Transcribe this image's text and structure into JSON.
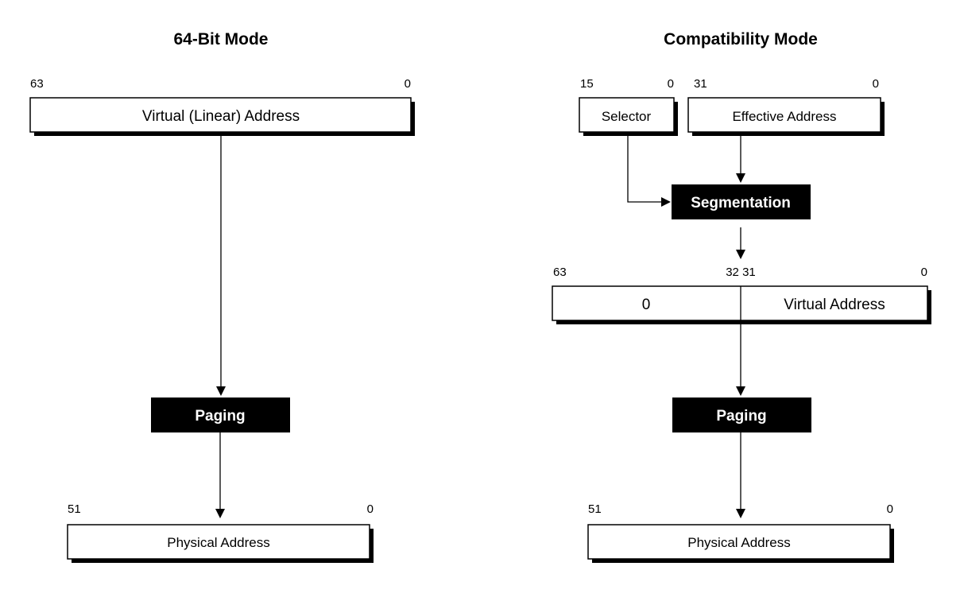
{
  "left": {
    "title": "64-Bit Mode",
    "virtual_box": {
      "label": "Virtual (Linear) Address",
      "bit_high": "63",
      "bit_low": "0"
    },
    "paging": "Paging",
    "physical_box": {
      "label": "Physical Address",
      "bit_high": "51",
      "bit_low": "0"
    }
  },
  "right": {
    "title": "Compatibility Mode",
    "selector_box": {
      "label": "Selector",
      "bit_high": "15",
      "bit_low": "0"
    },
    "effective_box": {
      "label": "Effective Address",
      "bit_high": "31",
      "bit_low": "0"
    },
    "segmentation": "Segmentation",
    "virtual_box": {
      "upper_label": "0",
      "lower_label": "Virtual Address",
      "bit_high": "63",
      "bit_mid": "32 31",
      "bit_low": "0"
    },
    "paging": "Paging",
    "physical_box": {
      "label": "Physical Address",
      "bit_high": "51",
      "bit_low": "0"
    }
  },
  "colors": {
    "stroke": "#000000",
    "stage_fill": "#000000",
    "stage_text": "#ffffff",
    "background": "#ffffff"
  }
}
